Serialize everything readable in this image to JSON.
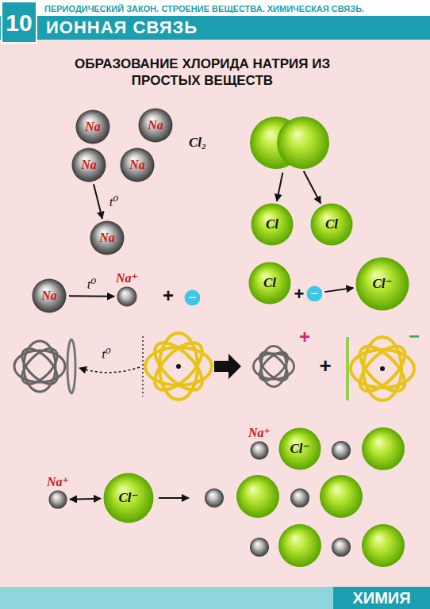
{
  "diagram": {
    "title": "ОБРАЗОВАНИЕ ХЛОРИДА НАТРИЯ ИЗ ПРОСТЫХ ВЕЩЕСТВ",
    "nodes": [
      {
        "text": [
          "Na"
        ]
      },
      {
        "text": [
          "Na"
        ]
      },
      {
        "text": [
          "Na"
        ]
      },
      {
        "text": [
          "Na"
        ]
      },
      {
        "text": [
          "Cl₂"
        ]
      },
      {
        "text": [
          "Na"
        ]
      },
      {
        "text": [
          "Cl"
        ]
      },
      {
        "text": [
          "Cl"
        ]
      },
      {
        "text": [
          "Na"
        ]
      },
      {
        "text": [
          "Na⁺"
        ]
      },
      {
        "text": [
          "−"
        ]
      },
      {
        "text": [
          "Cl"
        ]
      },
      {
        "text": [
          "−"
        ]
      },
      {
        "text": [
          "Cl⁻"
        ]
      },
      {
        "text": [
          "Na⁺"
        ]
      },
      {
        "text": [
          "Cl⁻"
        ]
      },
      {
        "text": [
          "Na⁺"
        ]
      },
      {
        "text": [
          "Cl⁻"
        ]
      }
    ],
    "edges": [
      {
        "from": 2,
        "to": 5,
        "arrow": "to",
        "label": "t⁰"
      },
      {
        "from": 4,
        "to": 6,
        "arrow": "to"
      },
      {
        "from": 4,
        "to": 7,
        "arrow": "to"
      },
      {
        "from": 8,
        "to": 9,
        "arrow": "to",
        "label": "t⁰"
      },
      {
        "from": 12,
        "to": 13,
        "arrow": "to"
      },
      {
        "from": 14,
        "to": 15,
        "arrow": "both"
      }
    ],
    "labels": [
      "10",
      "ПЕРИОДИЧЕСКИЙ ЗАКОН. СТРОЕНИЕ ВЕЩЕСТВА. ХИМИЧЕСКАЯ СВЯЗЬ.",
      "ИОННАЯ СВЯЗЬ",
      "+",
      "+",
      "t⁰",
      "+",
      "+",
      "−",
      "ХИМИЯ"
    ]
  }
}
